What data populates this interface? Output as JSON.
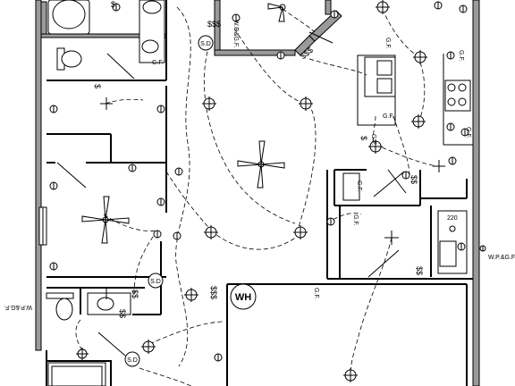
{
  "labels": {
    "wp_gfi": "W.P.&G.F.",
    "sd": "S.D",
    "gfi": "G.F.",
    "switch_single": "$",
    "switch_triple": "$$$",
    "switch_double": "$$",
    "water_heater": "WH",
    "outlet_220": "220"
  },
  "colors": {
    "wall_fill": "#9a9a9a",
    "line": "#000000",
    "background": "#ffffff"
  }
}
